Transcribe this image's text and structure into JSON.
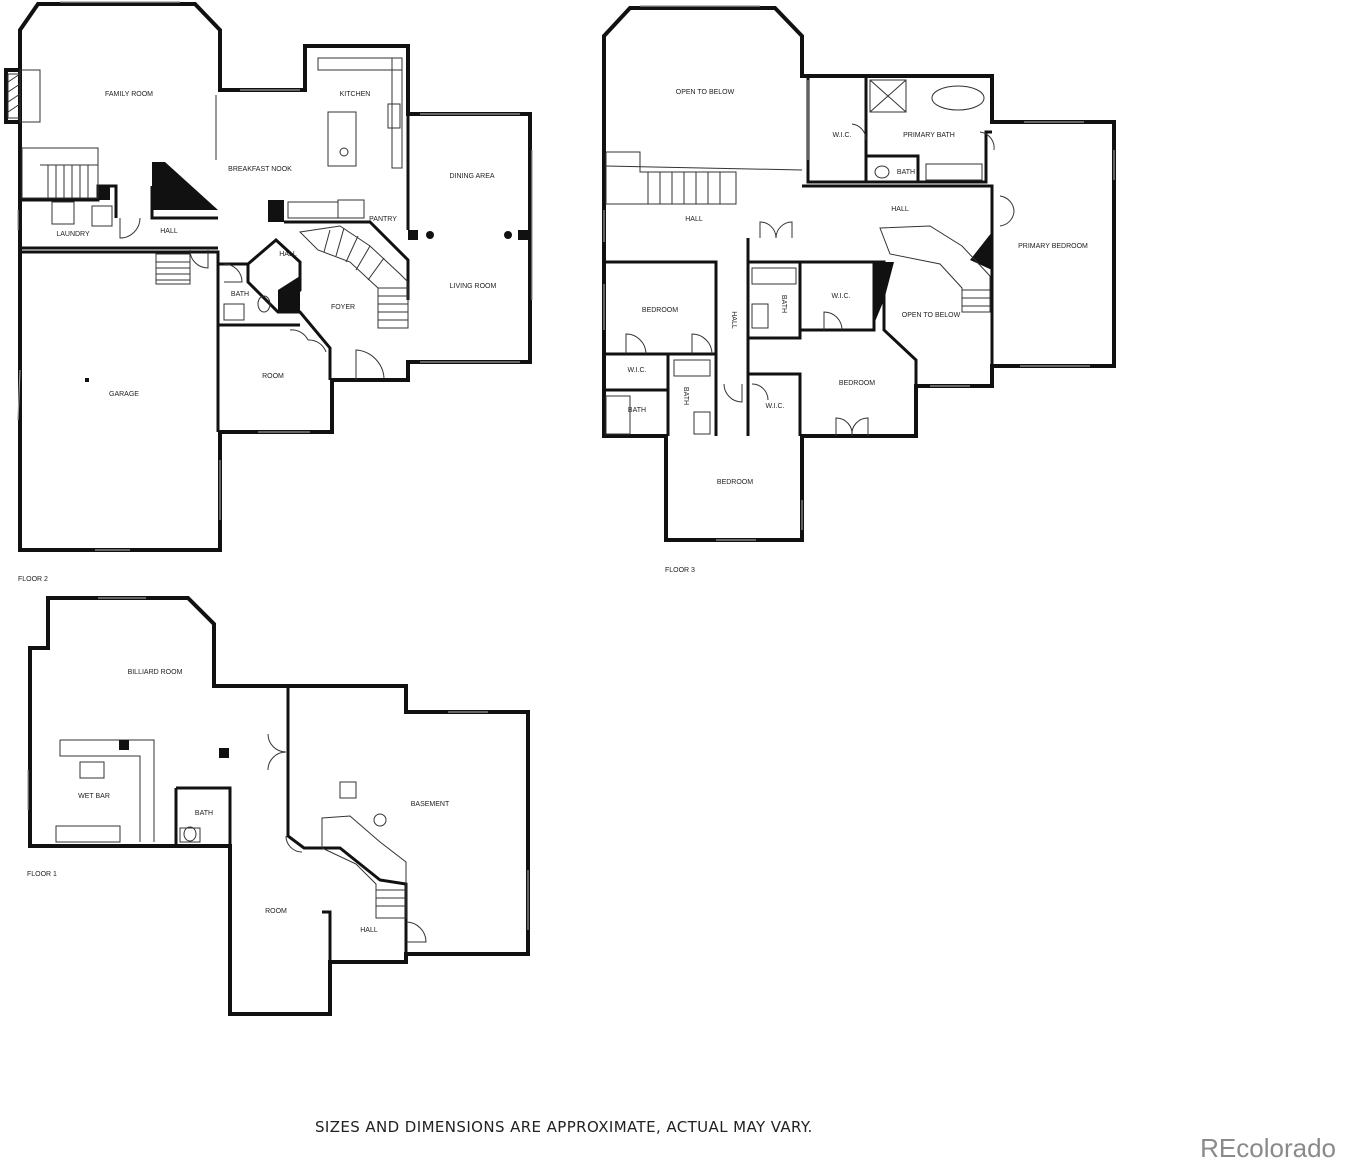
{
  "floors": [
    {
      "label": "FLOOR 2",
      "rooms": [
        "FAMILY ROOM",
        "KITCHEN",
        "BREAKFAST NOOK",
        "DINING AREA",
        "PANTRY",
        "LAUNDRY",
        "HALL",
        "HALL",
        "BATH",
        "FOYER",
        "LIVING ROOM",
        "ROOM",
        "GARAGE"
      ]
    },
    {
      "label": "FLOOR 3",
      "rooms": [
        "OPEN TO BELOW",
        "W.I.C.",
        "PRIMARY BATH",
        "BATH",
        "HALL",
        "HALL",
        "PRIMARY BEDROOM",
        "BEDROOM",
        "HALL",
        "BATH",
        "W.I.C.",
        "OPEN TO BELOW",
        "W.I.C.",
        "BATH",
        "BATH",
        "BEDROOM",
        "W.I.C.",
        "BEDROOM"
      ]
    },
    {
      "label": "FLOOR 1",
      "rooms": [
        "BILLIARD ROOM",
        "WET BAR",
        "BATH",
        "BASEMENT",
        "ROOM",
        "HALL"
      ]
    }
  ],
  "disclaimer": "SIZES AND DIMENSIONS ARE APPROXIMATE, ACTUAL MAY VARY.",
  "watermark": "REcolorado"
}
